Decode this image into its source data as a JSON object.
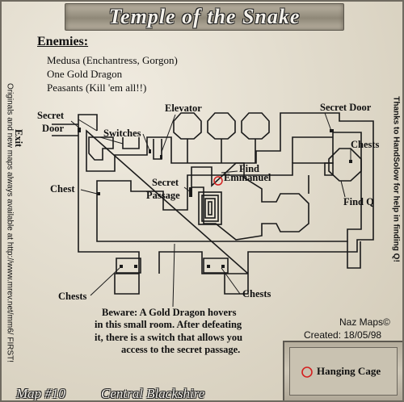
{
  "title": "Temple of the Snake",
  "enemies": {
    "heading": "Enemies:",
    "list": [
      "Medusa (Enchantress, Gorgon)",
      "One Gold Dragon",
      "Peasants (Kill 'em all!!)"
    ]
  },
  "side_note_left": "Originals and new maps always available at http://www.mrev.net/mm6/ FIRST!",
  "side_note_right": "Thanks to HandSolow for help in finding Q!",
  "labels": {
    "secret_door_left_1": "Secret",
    "secret_door_left_2": "Door",
    "exit": "Exit",
    "switches": "Switches",
    "elevator": "Elevator",
    "secret_door_right": "Secret Door",
    "chests_right": "Chests",
    "find_q": "Find Q",
    "find_emmanuel_1": "Find",
    "find_emmanuel_2": "Emmanuel",
    "secret_passage_1": "Secret",
    "secret_passage_2": "Passage",
    "chest_left": "Chest",
    "chests_bottom_left": "Chests",
    "chests_bottom_mid": "Chests"
  },
  "note": {
    "line1": "Beware: A Gold Dragon hovers",
    "line2": "in this small room.  After defeating",
    "line3": "it, there is a switch that allows you",
    "line4": "access to the secret passage."
  },
  "credits": {
    "author": "Naz Maps©",
    "created": "Created: 18/05/98"
  },
  "footer": {
    "map_number": "Map  #10",
    "region": "Central Blackshire"
  },
  "legend": {
    "hanging_cage": "Hanging Cage",
    "marker_color": "#d42020"
  },
  "colors": {
    "wall": "#1a1a1a",
    "parchment": "#e2dccd"
  }
}
